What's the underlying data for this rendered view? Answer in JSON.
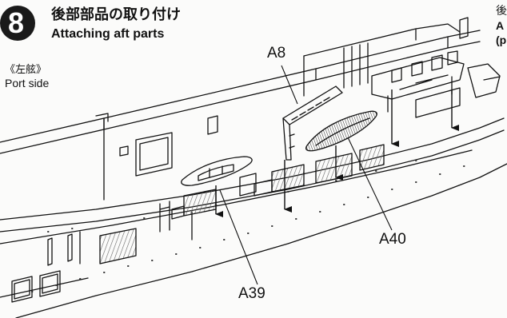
{
  "step": {
    "number": "8",
    "title_jp": "後部部品の取り付け",
    "title_en": "Attaching aft parts"
  },
  "side": {
    "label_jp": "《左舷》",
    "label_en": "Port side"
  },
  "corner_text": {
    "jp": "後",
    "line_a": "A",
    "line_p": "(p"
  },
  "parts": {
    "a8": "A8",
    "a40": "A40",
    "a39": "A39"
  },
  "colors": {
    "ink": "#111111",
    "paper": "#fbfbfa",
    "badge": "#1a1a1a",
    "hatch": "#555555"
  }
}
